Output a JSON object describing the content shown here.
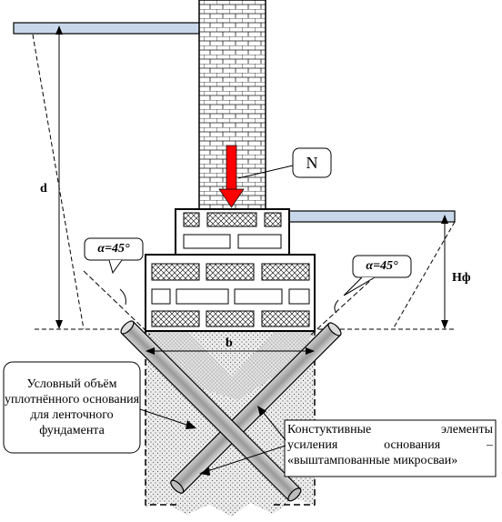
{
  "labels": {
    "load": "N",
    "depth": "d",
    "angle_left": "α=45°",
    "angle_right": "α=45°",
    "foundation_height": "Hф",
    "width": "b"
  },
  "callouts": {
    "left": "Условный объём уплотнённого основания для ленточного фундамента",
    "right_lines": [
      "Констуктивные элементы",
      "усиления основания –",
      "«выштампованные микросваи»"
    ]
  },
  "colors": {
    "outline": "#000000",
    "ground_bar": "#c8d8ea",
    "load_arrow": "#ff0000",
    "soil_fill": "#d8d8d8",
    "pile_fill": "#b0b0b0"
  }
}
